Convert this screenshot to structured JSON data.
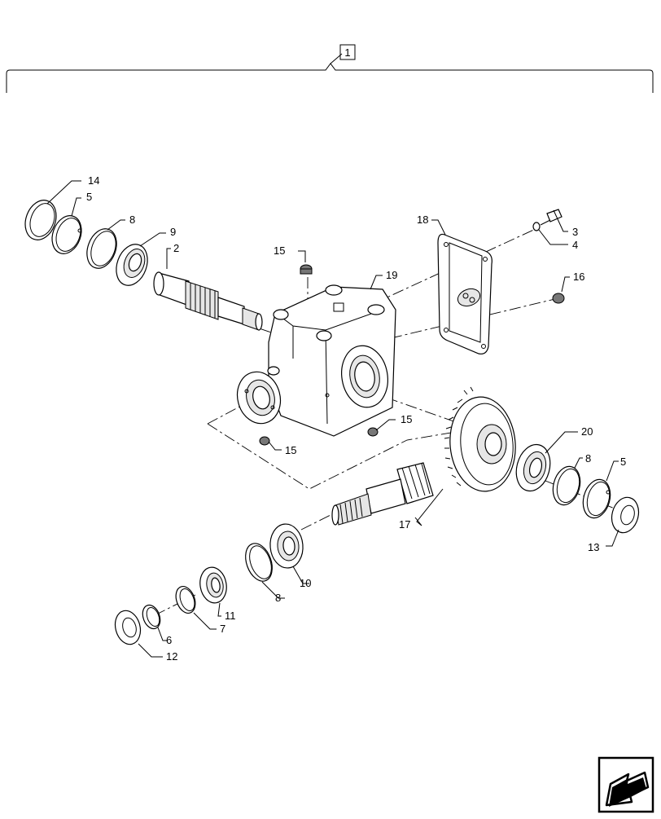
{
  "assembly_callout": "1",
  "callouts": {
    "c2": "2",
    "c3": "3",
    "c4": "4",
    "c5a": "5",
    "c5b": "5",
    "c6": "6",
    "c7": "7",
    "c8a": "8",
    "c8b": "8",
    "c8c": "8",
    "c9": "9",
    "c10": "10",
    "c11": "11",
    "c12": "12",
    "c13": "13",
    "c14": "14",
    "c15a": "15",
    "c15b": "15",
    "c15c": "15",
    "c16": "16",
    "c17": "17",
    "c18": "18",
    "c19": "19",
    "c20": "20"
  },
  "icons": {
    "nav": "next-page-arrow-icon"
  }
}
